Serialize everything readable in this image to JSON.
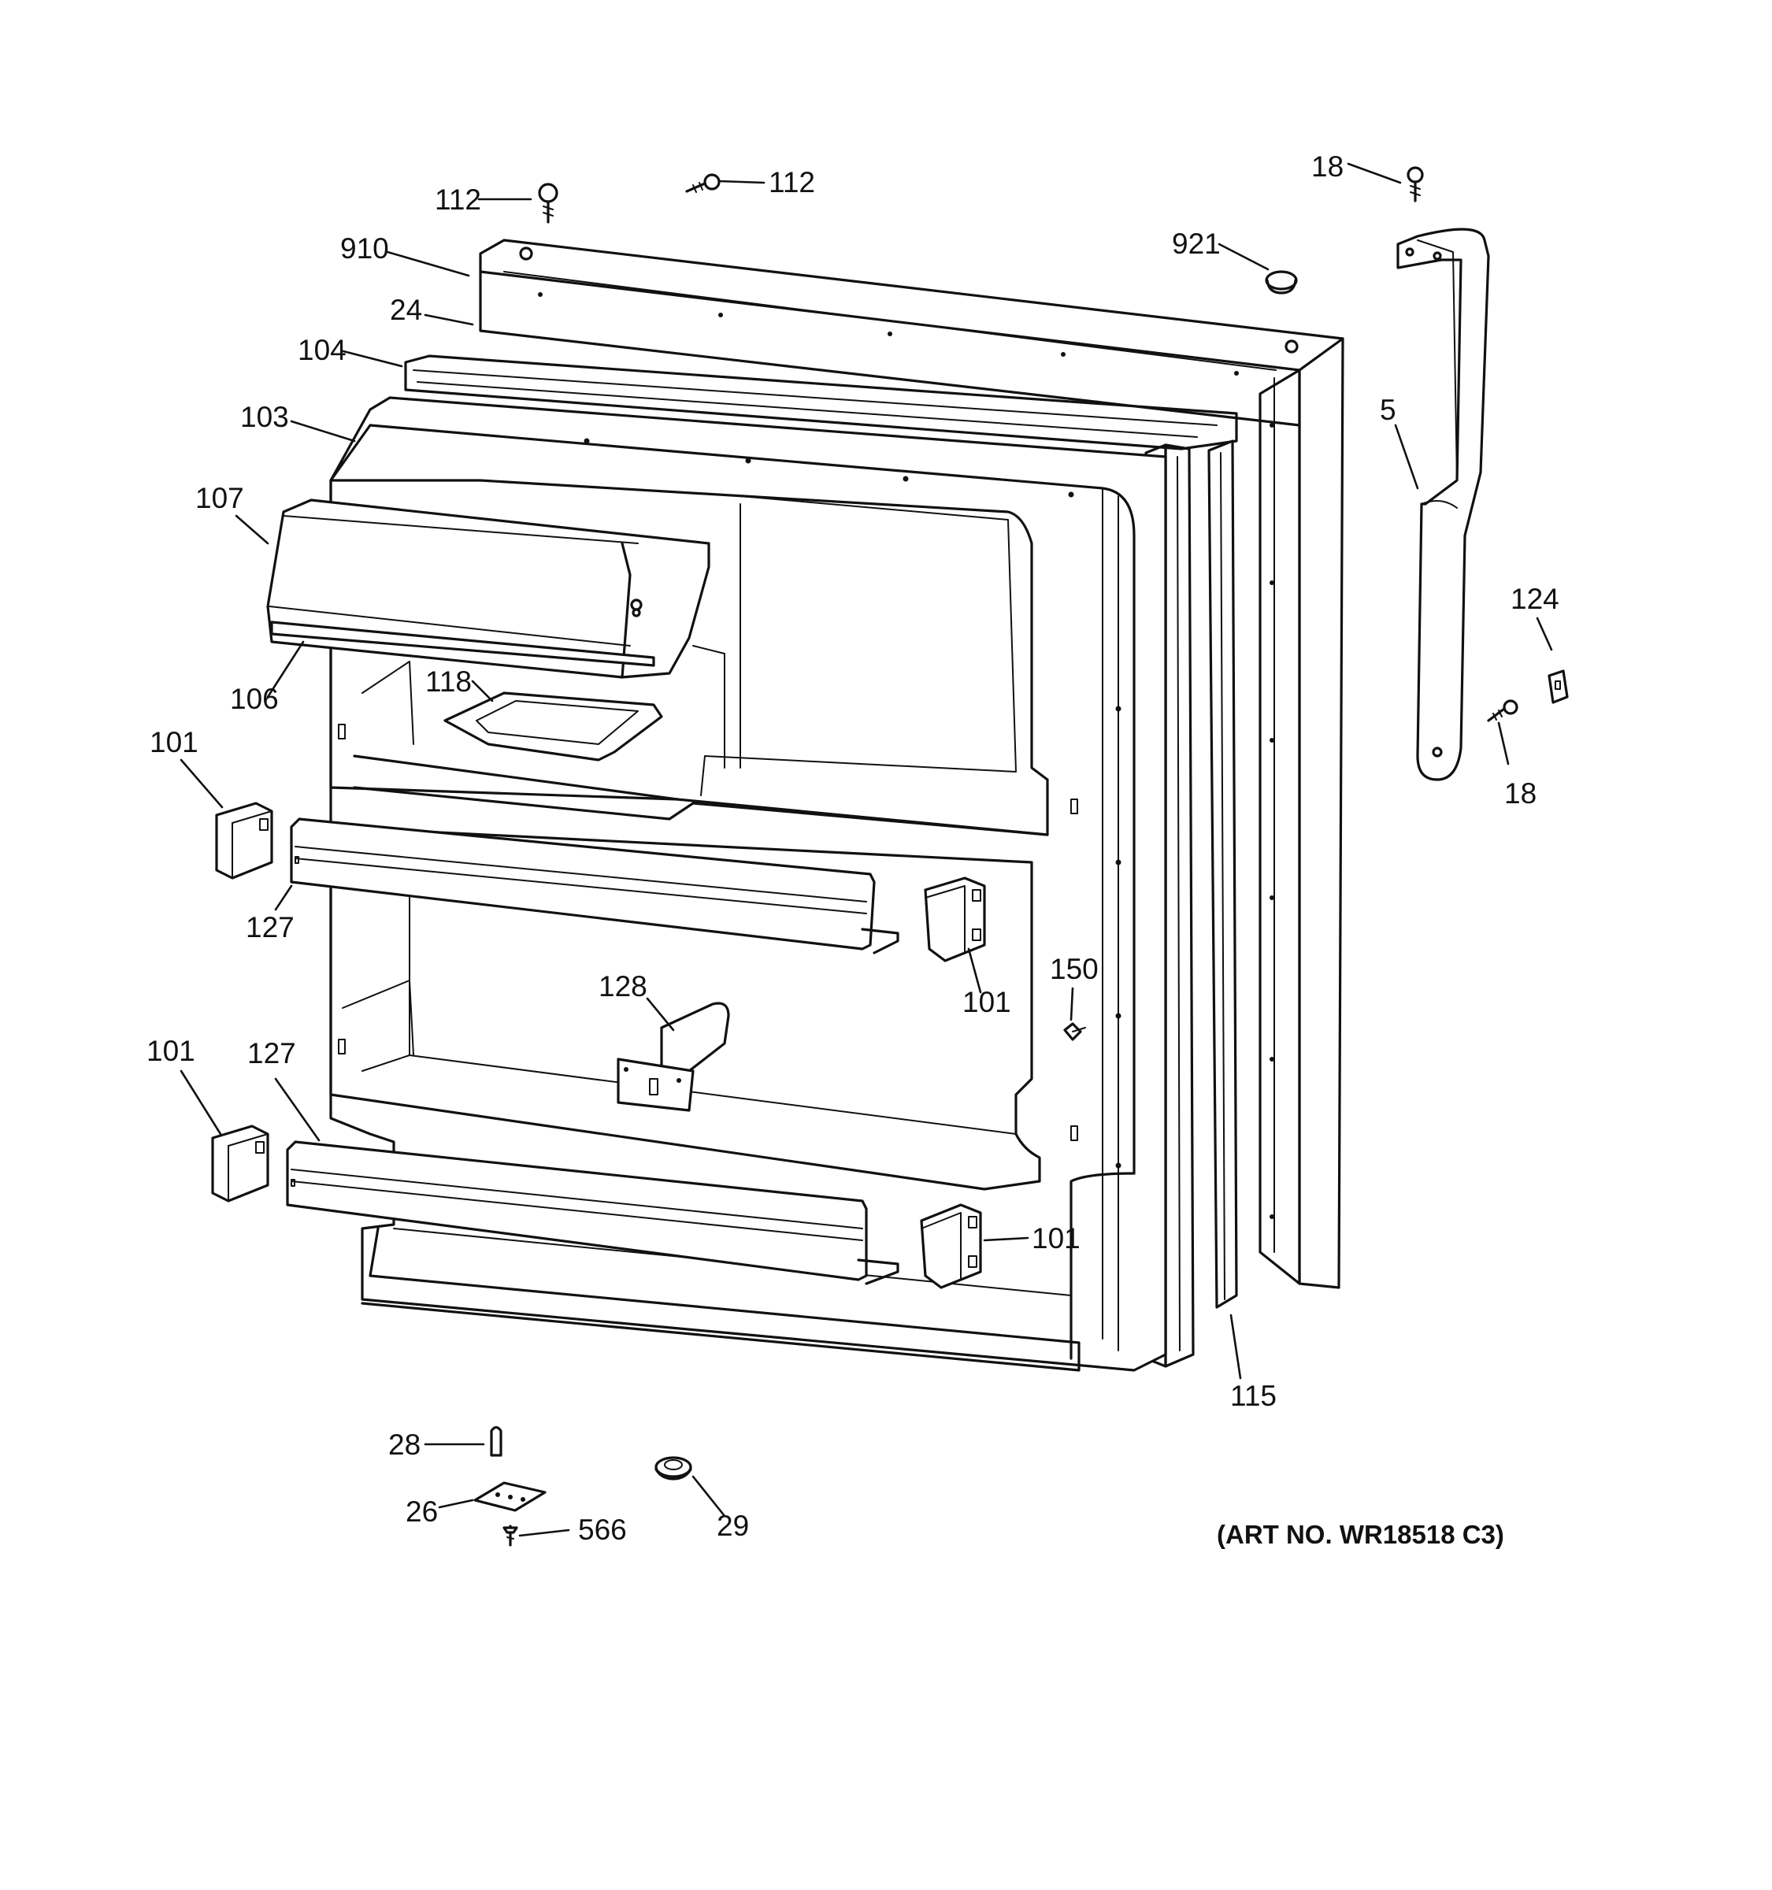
{
  "diagram": {
    "part_labels": {
      "p112a": "112",
      "p112b": "112",
      "p18a": "18",
      "p910": "910",
      "p921": "921",
      "p24": "24",
      "p104": "104",
      "p103": "103",
      "p5": "5",
      "p107": "107",
      "p124": "124",
      "p106": "106",
      "p118": "118",
      "p18b": "18",
      "p101a": "101",
      "p127a": "127",
      "p101b": "101",
      "p150": "150",
      "p128": "128",
      "p101c": "101",
      "p127b": "127",
      "p101d": "101",
      "p115": "115",
      "p28": "28",
      "p26": "26",
      "p29": "29",
      "p566": "566"
    },
    "art_number": "(ART NO. WR18518 C3)"
  }
}
